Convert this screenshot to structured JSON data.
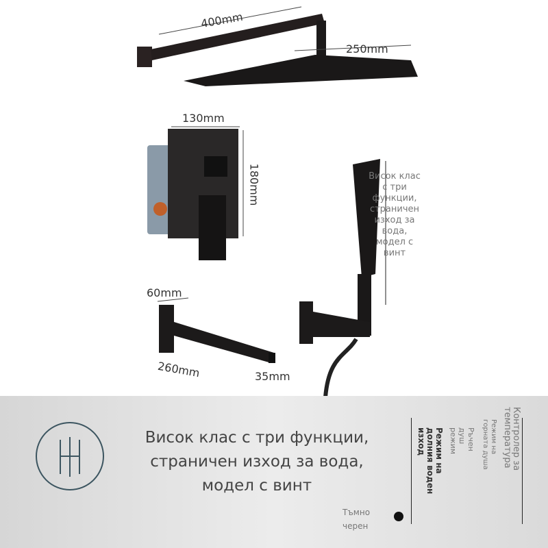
{
  "dimensions": {
    "arm_length": "400mm",
    "head_size": "250mm",
    "plate_width": "130mm",
    "plate_height": "180mm",
    "spout_depth": "60mm",
    "spout_length": "260mm",
    "spout_height": "35mm"
  },
  "overlay_text": "Висок клас с три функции, страничен изход за вода, модел с винт",
  "panel": {
    "headline": [
      "Висок клас с три функции,",
      "страничен изход за вода,",
      "модел с винт"
    ],
    "features": [
      "Контролер за температура",
      "Режим на горната душа",
      "Ръчен душ режим",
      "Режим на долния воден изход"
    ],
    "color_label": "Тъмно черен",
    "color_swatch": "#111111"
  },
  "colors": {
    "product": "#1c1a1a",
    "panel": "#e0e0e0"
  }
}
